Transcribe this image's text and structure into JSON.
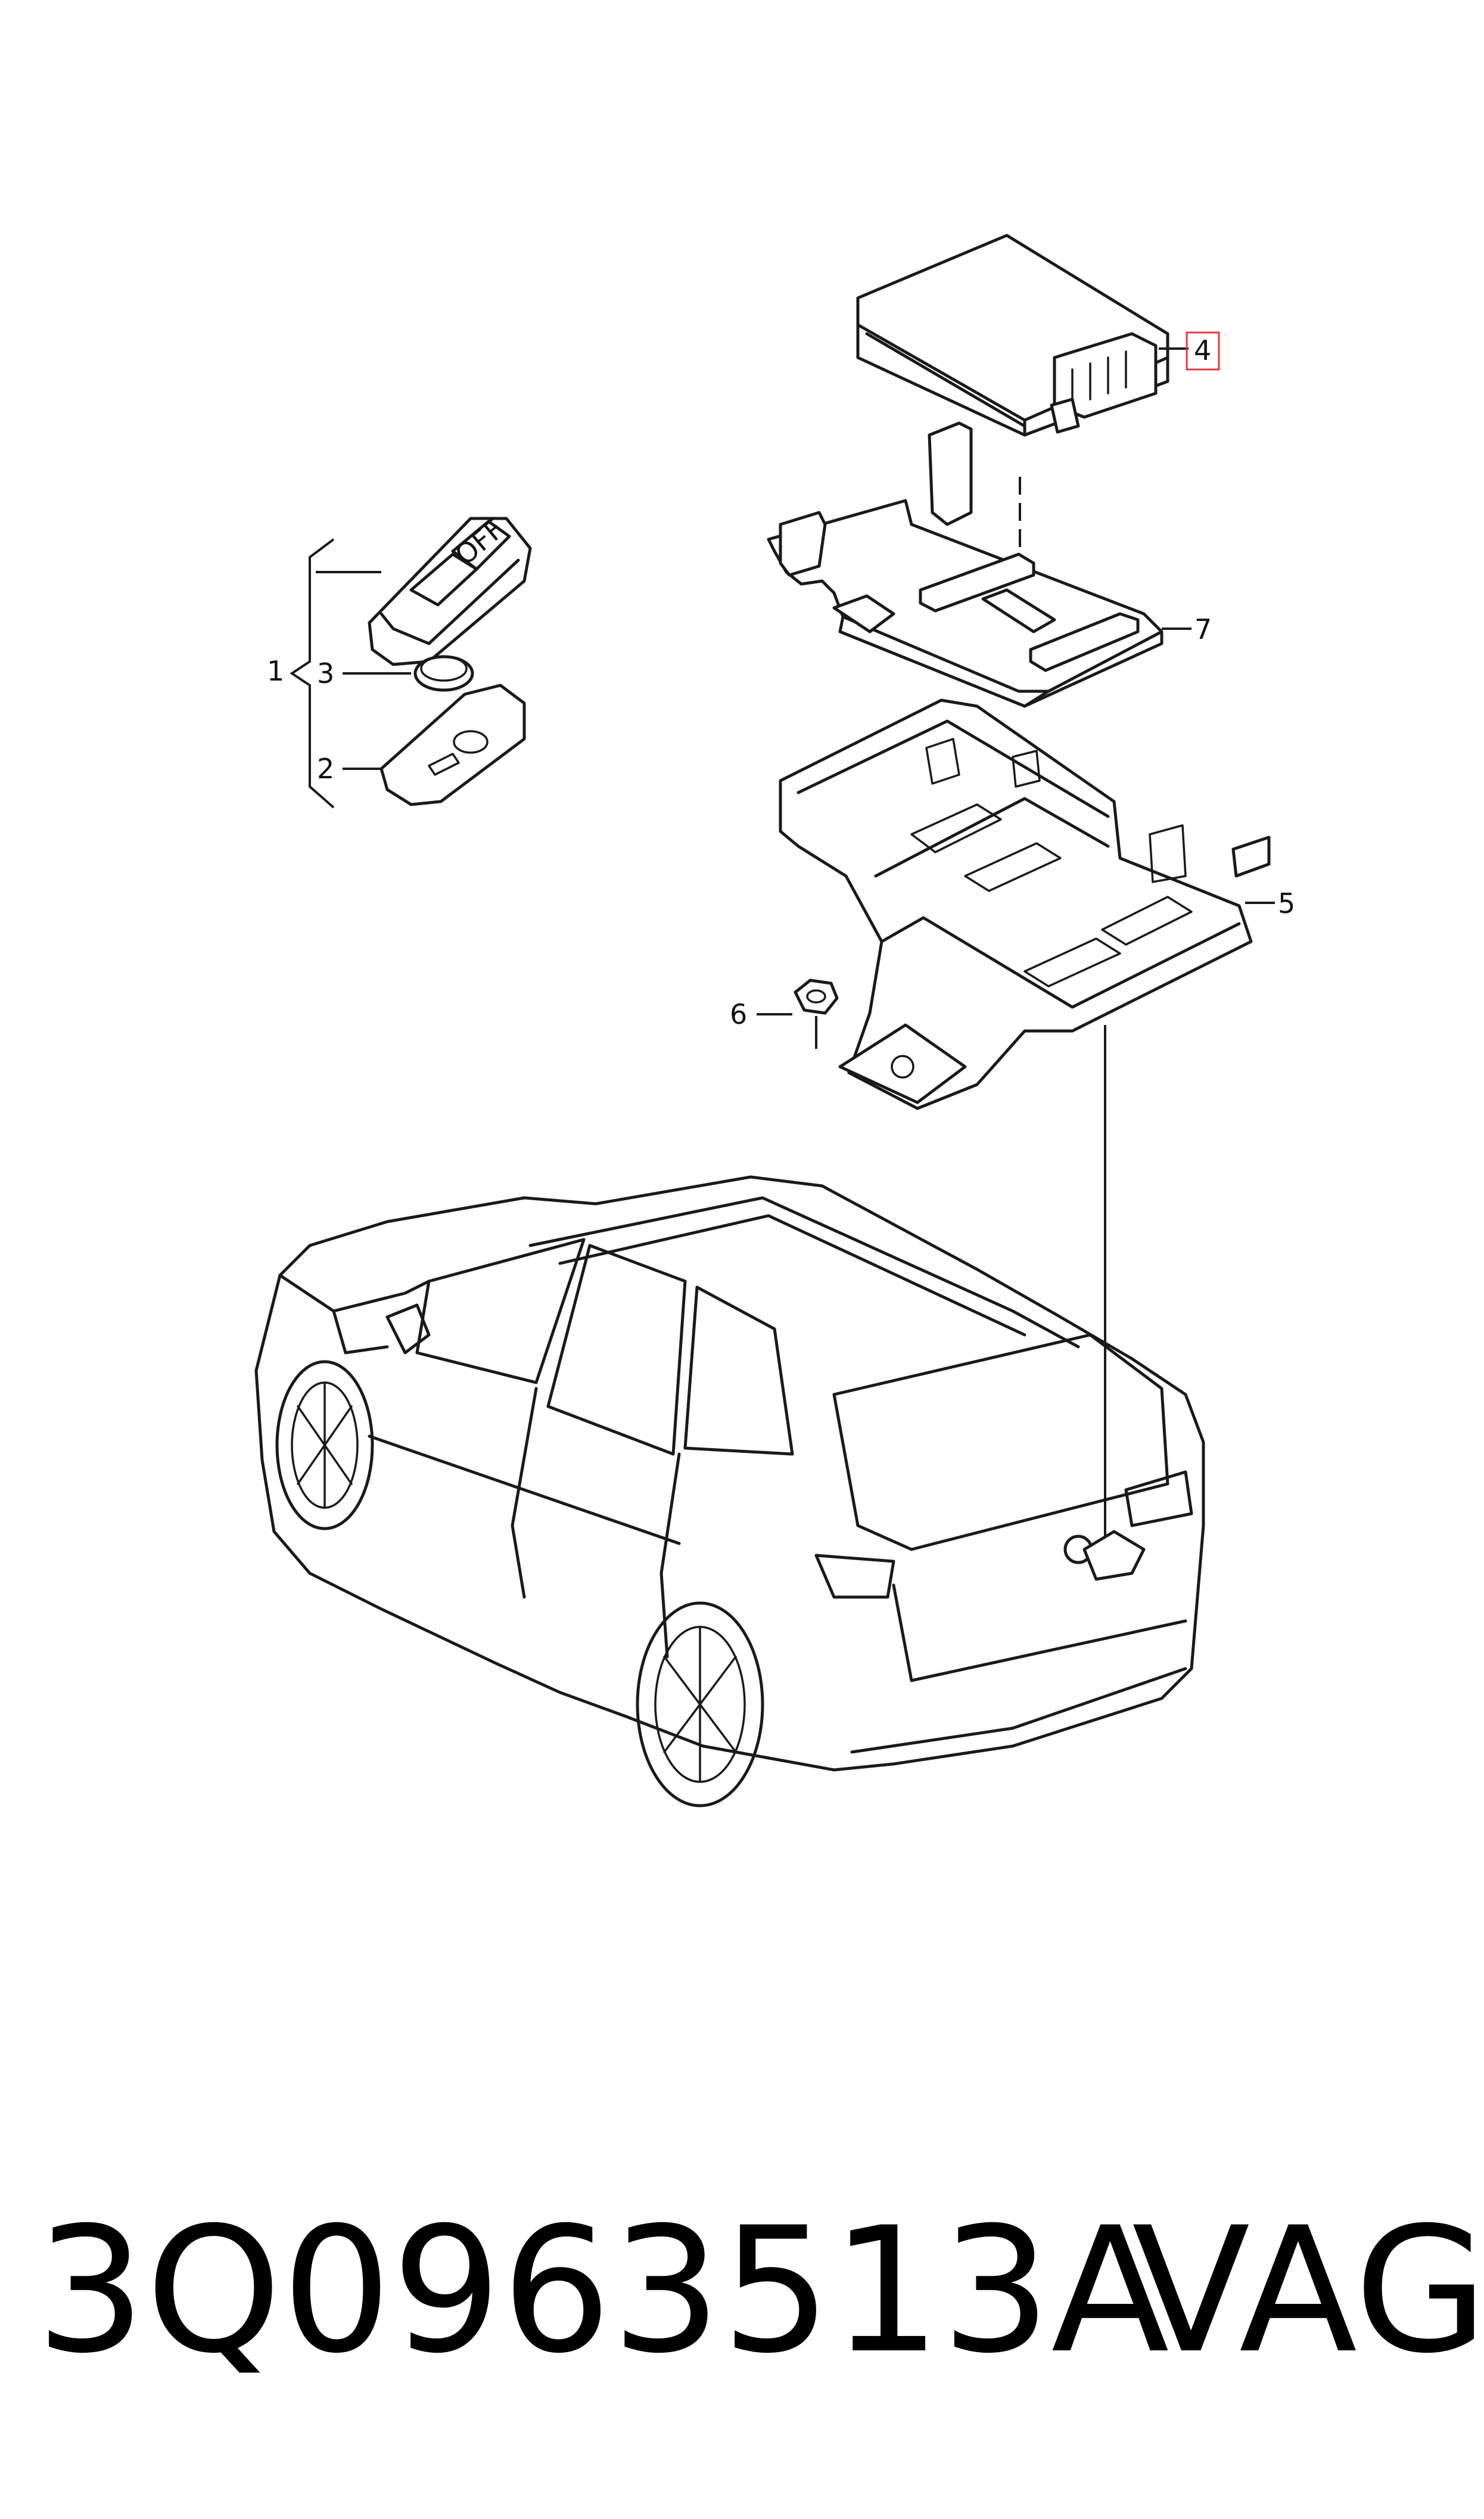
{
  "callouts": {
    "c1": "1",
    "c2": "2",
    "c3": "3",
    "c4": "4",
    "c5": "5",
    "c6": "6",
    "c7": "7"
  },
  "key_fob": {
    "button_label": "OFF"
  },
  "highlight_color": "#e8383d",
  "footer": {
    "part_number": "3Q0963513A",
    "brand": "VAG"
  }
}
